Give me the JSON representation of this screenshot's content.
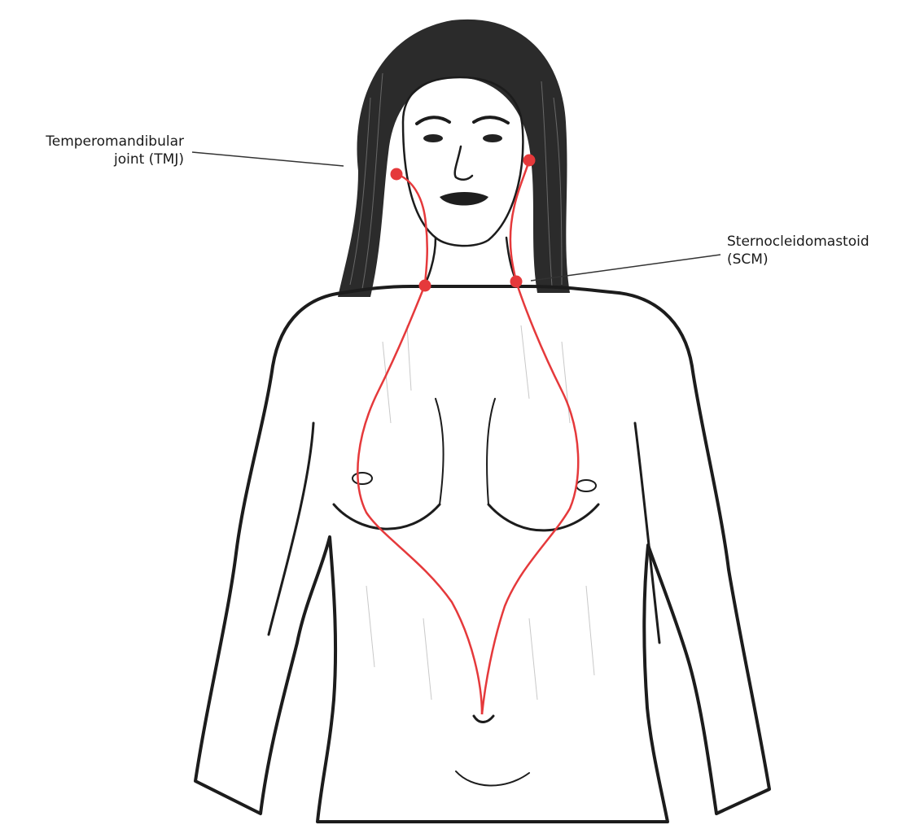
{
  "labels": {
    "tmj": {
      "line1": "Temperomandibular",
      "line2": "joint (TMJ)"
    },
    "scm": {
      "line1": "Sternocleidomastoid",
      "line2": "(SCM)"
    }
  },
  "colors": {
    "pathway": "#e5393b",
    "outline": "#1c1c1c",
    "leader_line": "#333333",
    "background": "#ffffff"
  }
}
